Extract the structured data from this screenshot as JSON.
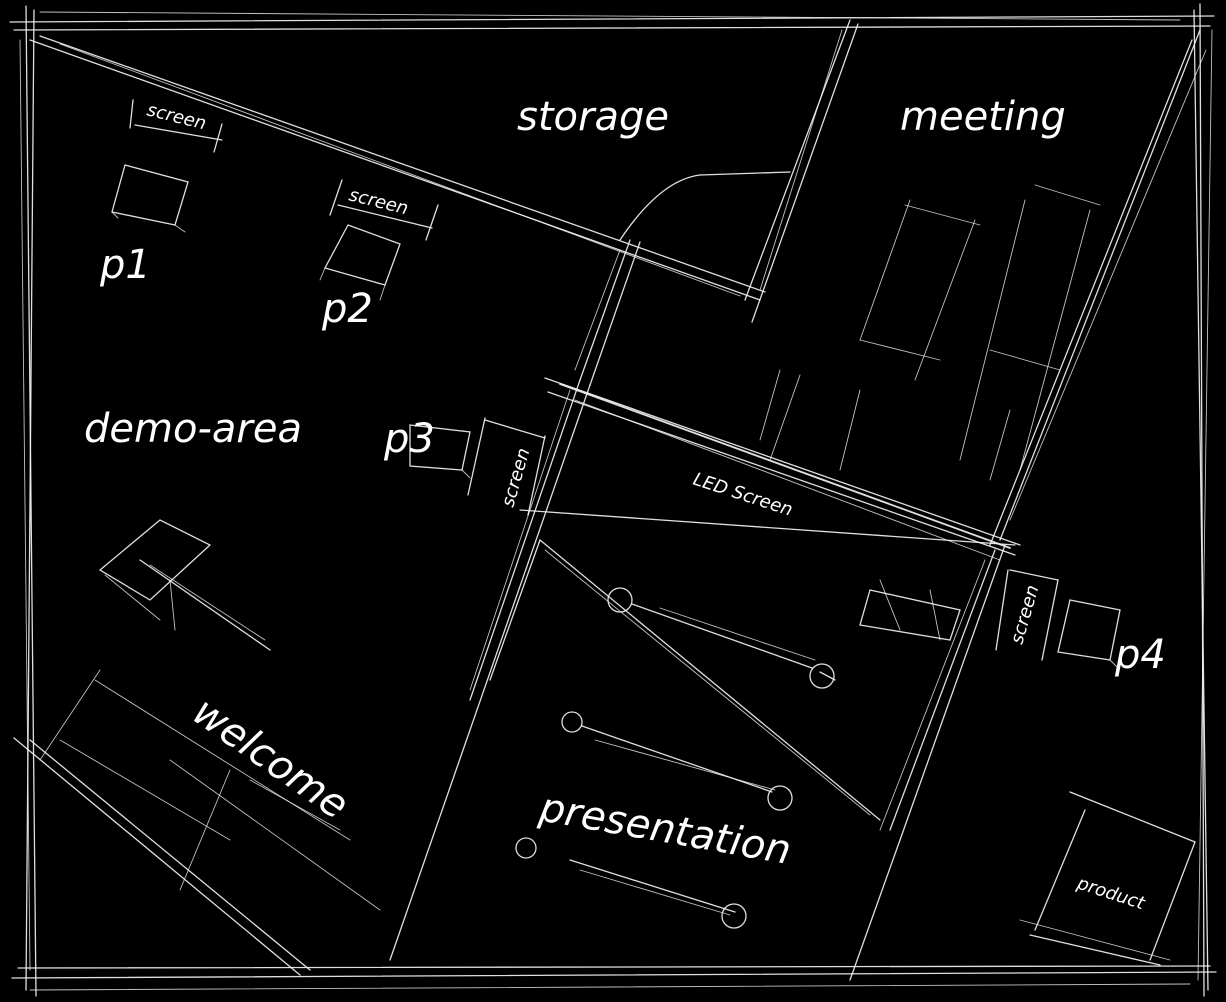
{
  "colors": {
    "background": "#000000",
    "ink": "#f2f2f2"
  },
  "zones": {
    "storage": "storage",
    "meeting": "meeting",
    "demo_area": "demo-area",
    "welcome": "welcome",
    "presentation": "presentation",
    "product": "product",
    "led_screen": "LED Screen"
  },
  "stations": {
    "p1": {
      "label": "p1",
      "screen": "screen"
    },
    "p2": {
      "label": "p2",
      "screen": "screen"
    },
    "p3": {
      "label": "p3",
      "screen": "screen"
    },
    "p4": {
      "label": "p4",
      "screen": "screen"
    }
  }
}
